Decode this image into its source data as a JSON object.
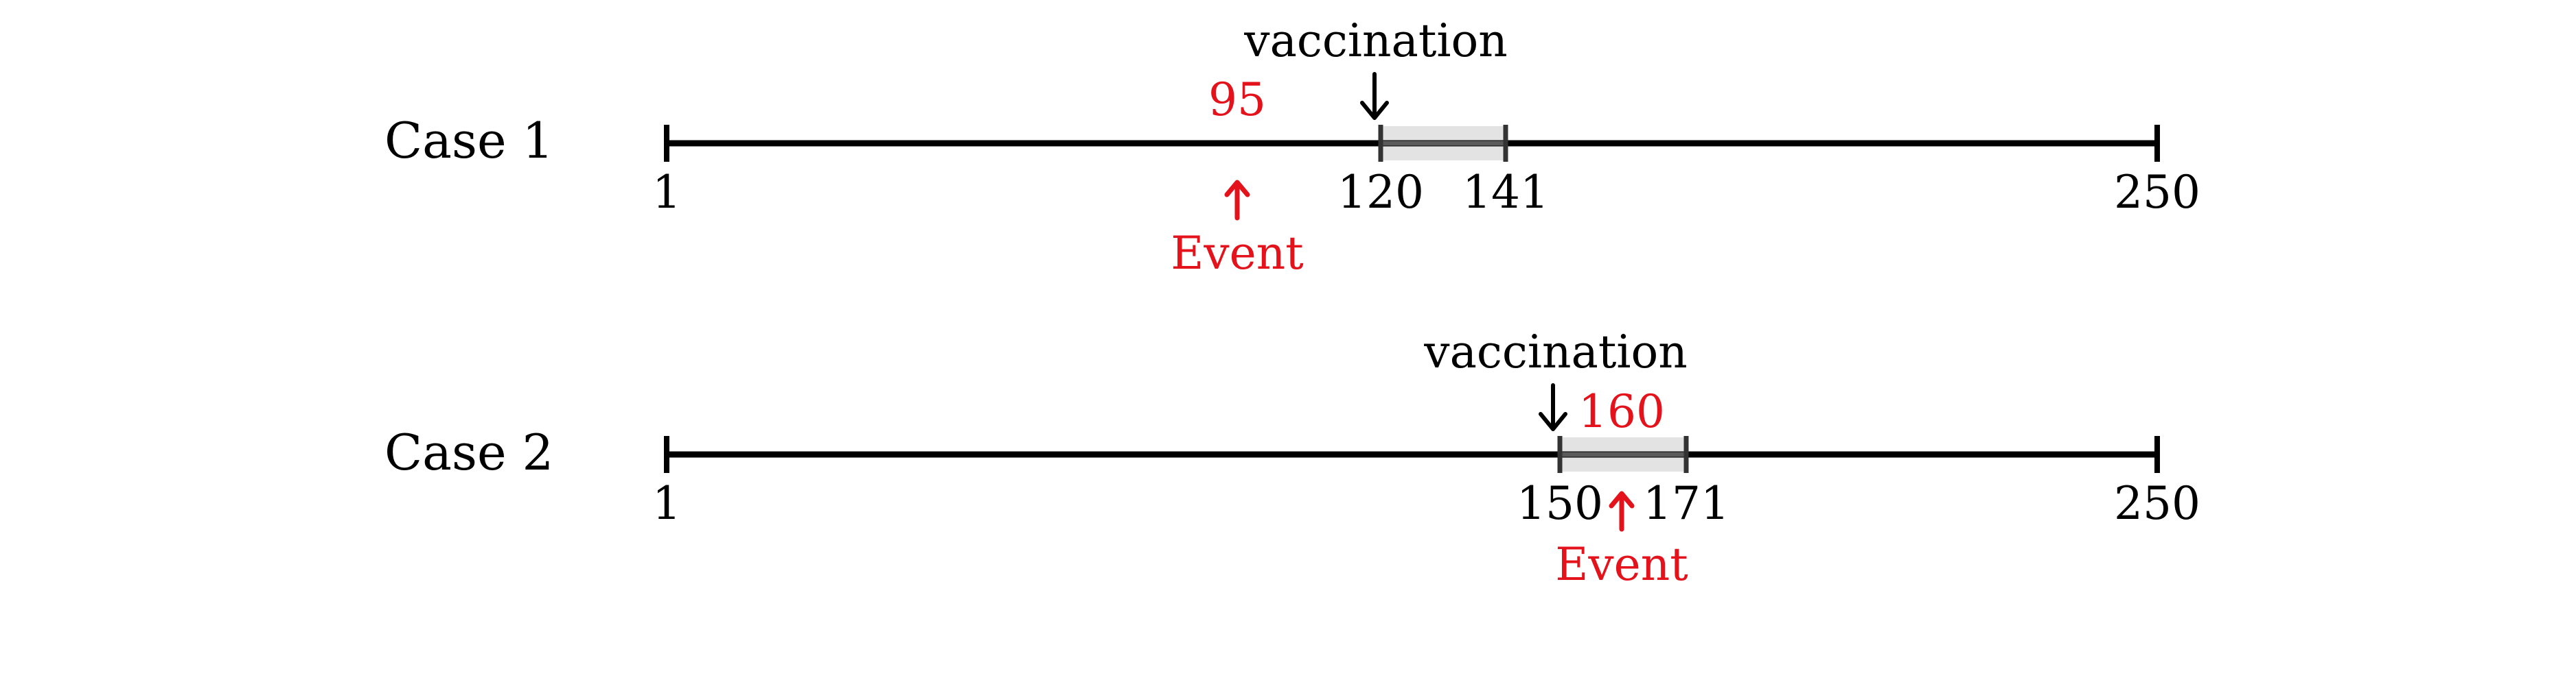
{
  "colors": {
    "line": "#000000",
    "event": "#e3121b",
    "window_fill": "#e3e3e3",
    "window_edge": "#5a5a5a"
  },
  "cases": [
    {
      "label": "Case 1",
      "start": 1,
      "end": 250,
      "start_label": "1",
      "end_label": "250",
      "vaccination_label": "vaccination",
      "window_start": 120,
      "window_end": 141,
      "window_start_label": "120",
      "window_end_label": "141",
      "event_day": 95,
      "event_day_label": "95",
      "event_label": "Event"
    },
    {
      "label": "Case 2",
      "start": 1,
      "end": 250,
      "start_label": "1",
      "end_label": "250",
      "vaccination_label": "vaccination",
      "window_start": 150,
      "window_end": 171,
      "window_start_label": "150",
      "window_end_label": "171",
      "event_day": 160,
      "event_day_label": "160",
      "event_label": "Event"
    }
  ]
}
